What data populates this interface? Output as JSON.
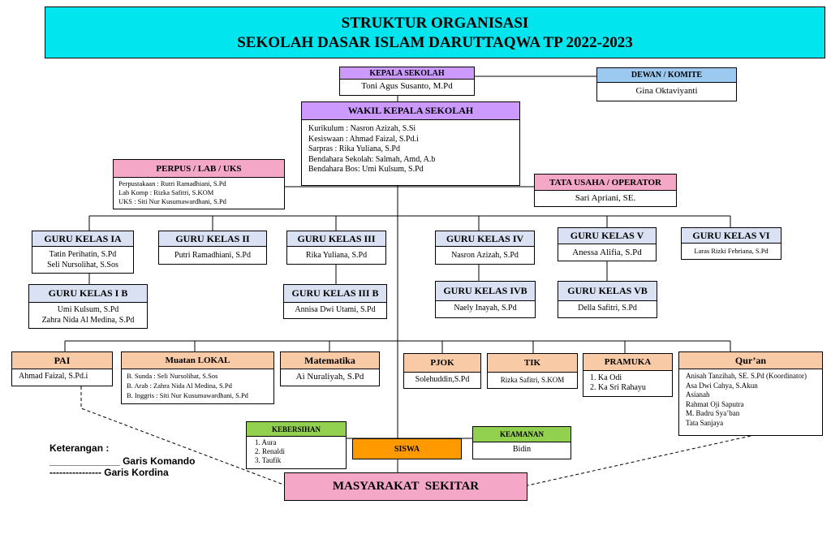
{
  "title": {
    "line1": "STRUKTUR ORGANISASI",
    "line2": "SEKOLAH DASAR ISLAM DARUTTAQWA TP 2022-2023"
  },
  "kepala": {
    "title": "KEPALA SEKOLAH",
    "name": "Toni Agus Susanto, M.Pd"
  },
  "dewan": {
    "title": "DEWAN / KOMITE",
    "name": "Gina Oktaviyanti"
  },
  "wakil": {
    "title": "WAKIL KEPALA SEKOLAH",
    "lines": [
      "Kurikulum : Nasron Azizah, S.Si",
      "Kesiswaan : Ahmad Faizal, S.Pd.i",
      "Sarpras     : Rika Yuliana, S.Pd",
      "Bendahara Sekolah: Salmah, Amd, A.b",
      "Bendahara Bos: Umi Kulsum, S.Pd"
    ]
  },
  "perpus": {
    "title": "PERPUS / LAB / UKS",
    "lines": [
      "Perpustakaan  : Rutri Ramadhiani, S.Pd",
      "Lab Komp       : Rizka Safitri, S.KOM",
      "UKS                : Siti Nur Kusumawardhani, S.Pd"
    ]
  },
  "tu": {
    "title": "TATA USAHA / OPERATOR",
    "name": "Sari Apriani, SE."
  },
  "guru": {
    "ia": {
      "title": "GURU KELAS IA",
      "lines": [
        "Tatin Perihatin, S.Pd",
        "Seli Nursolihat, S.Sos"
      ]
    },
    "ii": {
      "title": "GURU KELAS II",
      "lines": [
        "Putri Ramadhiani, S.Pd"
      ]
    },
    "iii": {
      "title": "GURU KELAS III",
      "lines": [
        "Rika Yuliana, S.Pd"
      ]
    },
    "iv": {
      "title": "GURU KELAS IV",
      "lines": [
        "Nasron Azizah, S.Pd"
      ]
    },
    "v": {
      "title": "GURU KELAS V",
      "lines": [
        "Anessa Alifia, S.Pd"
      ]
    },
    "vi": {
      "title": "GURU KELAS VI",
      "lines": [
        "Laras Rizki Febriana, S.Pd"
      ]
    },
    "ib": {
      "title": "GURU KELAS I B",
      "lines": [
        "Umi Kulsum, S.Pd",
        "Zahra Nida Al Medina, S.Pd"
      ]
    },
    "iiib": {
      "title": "GURU KELAS III B",
      "lines": [
        "Annisa Dwi Utami, S.Pd"
      ]
    },
    "ivb": {
      "title": "GURU KELAS IVB",
      "lines": [
        "Naely Inayah, S.Pd"
      ]
    },
    "vb": {
      "title": "GURU KELAS VB",
      "lines": [
        "Della Safitri, S.Pd"
      ]
    }
  },
  "mapel": {
    "pai": {
      "title": "PAI",
      "lines": [
        "Ahmad Faizal, S.Pd.i"
      ]
    },
    "mulok": {
      "title": "Muatan LOKAL",
      "lines": [
        "B. Sunda : Seli Nursolihat, S.Sos",
        "B. Arab   : Zahra Nida Al Medina, S.Pd",
        "B. Inggris : Siti Nur Kusumawardhani, S.Pd"
      ]
    },
    "mtk": {
      "title": "Matematika",
      "lines": [
        "Ai Nuraliyah, S.Pd"
      ]
    },
    "pjok": {
      "title": "PJOK",
      "lines": [
        "Solehuddin,S.Pd"
      ]
    },
    "tik": {
      "title": "TIK",
      "lines": [
        "Rizka Safitri, S.KOM"
      ]
    },
    "pramuka": {
      "title": "PRAMUKA",
      "lines": [
        "1. Ka Odi",
        "2. Ka Sri Rahayu"
      ]
    },
    "quran": {
      "title": "Qur’an",
      "lines": [
        "Anisah Tanzihah, SE. S.Pd (Koordinator)",
        "Asa Dwi Cahya, S.Akun",
        "Asianah",
        "Rahmat Oji Saputra",
        "M. Badru Sya’ban",
        "Tata Sanjaya"
      ]
    }
  },
  "kebersihan": {
    "title": "KEBERSIHAN",
    "lines": [
      "1.  Aura",
      "2.  Renaldi",
      "3.  Taufik"
    ]
  },
  "keamanan": {
    "title": "KEAMANAN",
    "name": "Bidin"
  },
  "siswa": {
    "title": "SISWA"
  },
  "masyarakat": {
    "title": "MASYARAKAT  SEKITAR"
  },
  "legend": {
    "title": "Keterangan :",
    "komando": "_____________ Garis Komando",
    "kordina": "---------------- Garis Kordina"
  },
  "colors": {
    "title_bg": "#00e5ee",
    "kepala_bg": "#cc99ff",
    "dewan_bg": "#9bc9f0",
    "pink": "#f4a7c7",
    "guru_bg": "#d9e1f2",
    "mapel_bg": "#f8cba6",
    "green": "#92d050",
    "orange": "#ff9900"
  }
}
